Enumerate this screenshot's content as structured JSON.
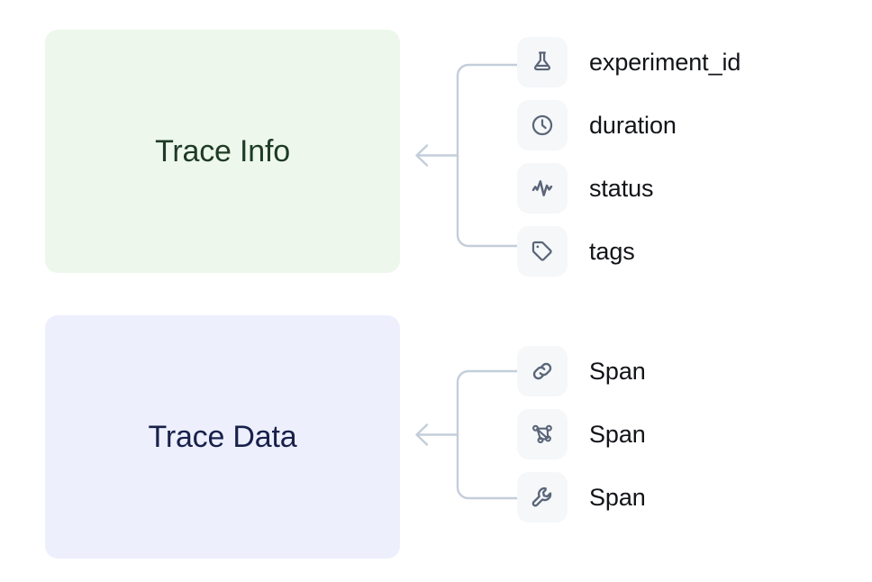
{
  "diagram": {
    "type": "entity-attribute-diagram",
    "background_color": "#ffffff",
    "groups": [
      {
        "id": "trace-info",
        "title": "Trace Info",
        "fill_color": "#EDF7EC",
        "text_color": "#1E3B23",
        "items": [
          {
            "label": "experiment_id",
            "icon": "flask-icon"
          },
          {
            "label": "duration",
            "icon": "clock-icon"
          },
          {
            "label": "status",
            "icon": "activity-pulse-icon"
          },
          {
            "label": "tags",
            "icon": "tag-icon"
          }
        ]
      },
      {
        "id": "trace-data",
        "title": "Trace Data",
        "fill_color": "#EDEFFD",
        "text_color": "#18214A",
        "items": [
          {
            "label": "Span",
            "icon": "link-icon"
          },
          {
            "label": "Span",
            "icon": "network-nodes-icon"
          },
          {
            "label": "Span",
            "icon": "wrench-icon"
          }
        ]
      }
    ],
    "connector": {
      "color": "#C3CEDA",
      "style": "rounded-bracket-with-left-arrow",
      "tile_color": "#F5F7F9",
      "icon_color": "#5A6578",
      "label_color": "#121418"
    }
  }
}
